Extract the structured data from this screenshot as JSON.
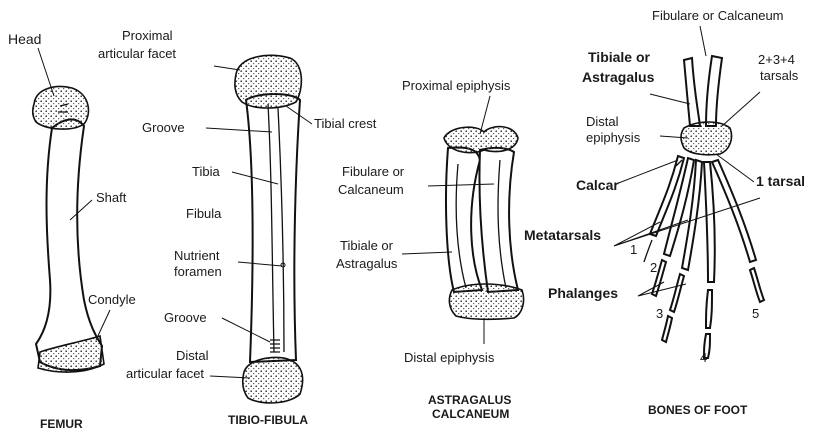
{
  "femur": {
    "caption": "FEMUR",
    "labels": {
      "head": "Head",
      "shaft": "Shaft",
      "condyle": "Condyle"
    }
  },
  "tibio_fibula": {
    "caption": "TIBIO-FIBULA",
    "labels": {
      "proximal_line1": "Proximal",
      "proximal_line2": "articular facet",
      "groove_top": "Groove",
      "tibial_crest": "Tibial crest",
      "tibia": "Tibia",
      "fibula": "Fibula",
      "nutrient_line1": "Nutrient",
      "nutrient_line2": "foramen",
      "groove_bottom": "Groove",
      "distal_line1": "Distal",
      "distal_line2": "articular facet"
    }
  },
  "astragalus": {
    "caption_line1": "ASTRAGALUS",
    "caption_line2": "CALCANEUM",
    "labels": {
      "proximal_epiphysis": "Proximal epiphysis",
      "fibulare_line1": "Fibulare or",
      "fibulare_line2": "Calcaneum",
      "tibiale_line1": "Tibiale or",
      "tibiale_line2": "Astragalus",
      "distal_epiphysis": "Distal epiphysis"
    }
  },
  "foot": {
    "caption": "BONES OF FOOT",
    "labels": {
      "fibulare_calcaneum": "Fibulare or Calcaneum",
      "tibiale_line1": "Tibiale or",
      "tibiale_line2": "Astragalus",
      "tarsals_line1": "2+3+4",
      "tarsals_line2": "tarsals",
      "distal_line1": "Distal",
      "distal_line2": "epiphysis",
      "calcar": "Calcar",
      "one_tarsal": "1 tarsal",
      "metatarsals": "Metatarsals",
      "phalanges": "Phalanges"
    },
    "digit_numbers": [
      "1",
      "2",
      "3",
      "4",
      "5"
    ]
  }
}
